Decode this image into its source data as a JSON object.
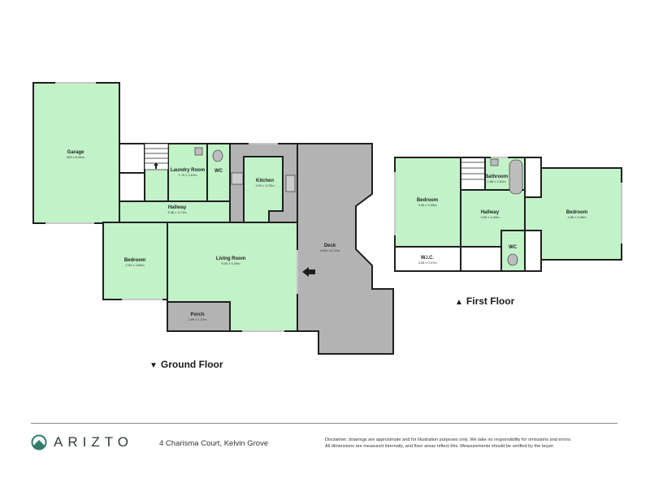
{
  "colors": {
    "room_fill": "#c2f2c8",
    "outdoor_fill": "#b3b3b3",
    "wall": "#1f1f1f",
    "utility_fill": "#ffffff",
    "brand": "#2e7d6b"
  },
  "ground_floor": {
    "title": "Ground Floor",
    "marker_icon": "triangle-down-icon",
    "rooms": [
      {
        "name": "Garage",
        "dims": "400 x 6.66m"
      },
      {
        "name": "Laundry Room",
        "dims": "1.79 x 2.61m"
      },
      {
        "name": "WC",
        "dims": ""
      },
      {
        "name": "Kitchen",
        "dims": "3.23 x 3.73m"
      },
      {
        "name": "Hallway",
        "dims": "5.36 x 3.71m"
      },
      {
        "name": "Bedroom",
        "dims": "2.94 x 3.84m"
      },
      {
        "name": "Living Room",
        "dims": "6.30 x 5.23m"
      },
      {
        "name": "Porch",
        "dims": "2.89 x 1.37m"
      },
      {
        "name": "Deck",
        "dims": "4.69x 10.22m"
      }
    ]
  },
  "first_floor": {
    "title": "First Floor",
    "marker_icon": "triangle-up-icon",
    "rooms": [
      {
        "name": "Bedroom",
        "dims": "3.09 x 4.33m"
      },
      {
        "name": "Bathroom",
        "dims": "1.88 x 1.81m"
      },
      {
        "name": "Hallway",
        "dims": "3.06 x 4.33m"
      },
      {
        "name": "Bedroom",
        "dims": "4.55 x 5.36m"
      },
      {
        "name": "W.I.C.",
        "dims": "3.08 x 0.97m"
      },
      {
        "name": "WC",
        "dims": ""
      }
    ]
  },
  "footer": {
    "brand": "ARIZTO",
    "address": "4 Charisma Court, Kelvin Grove",
    "disclaimer_line1": "Disclaimer: drawings are approximate and for illustration purposes only. We take no responsibility for omissions and errors.",
    "disclaimer_line2": "All dimensions are measured internally, and floor areas reflect this. Measurements should be verified by the buyer."
  }
}
